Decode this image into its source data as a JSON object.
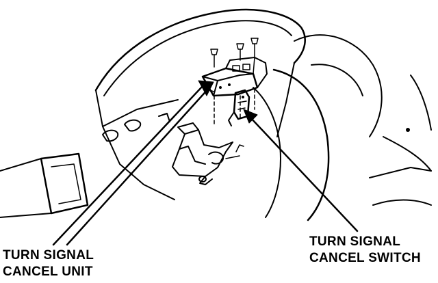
{
  "labels": {
    "cancel_unit": {
      "line1": "TURN SIGNAL",
      "line2": "CANCEL UNIT"
    },
    "cancel_switch": {
      "line1": "TURN SIGNAL",
      "line2": "CANCEL SWITCH"
    }
  },
  "colors": {
    "ink": "#000000",
    "paper": "#ffffff"
  }
}
